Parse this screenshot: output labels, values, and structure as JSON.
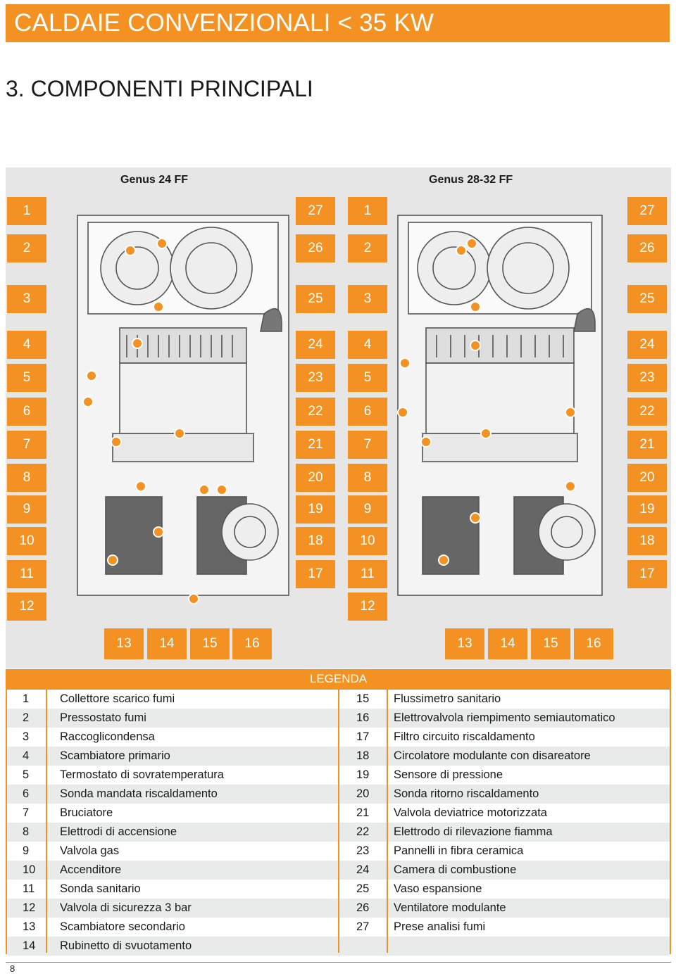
{
  "header": {
    "title": "CALDAIE CONVENZIONALI < 35 KW"
  },
  "section": {
    "title": "3. COMPONENTI PRINCIPALI"
  },
  "models": [
    {
      "title": "Genus  24 FF"
    },
    {
      "title": "Genus  28-32 FF"
    }
  ],
  "callouts": {
    "left_side": [
      "1",
      "2",
      "3",
      "4",
      "5",
      "6",
      "7",
      "8",
      "9",
      "10",
      "11",
      "12"
    ],
    "right_side": [
      "27",
      "26",
      "25",
      "24",
      "23",
      "22",
      "21",
      "20",
      "19",
      "18",
      "17"
    ],
    "bottom": [
      "13",
      "14",
      "15",
      "16"
    ]
  },
  "legend": {
    "title": "LEGENDA",
    "left": [
      {
        "num": "1",
        "label": "Collettore scarico fumi"
      },
      {
        "num": "2",
        "label": "Pressostato fumi"
      },
      {
        "num": "3",
        "label": "Raccoglicondensa"
      },
      {
        "num": "4",
        "label": "Scambiatore primario"
      },
      {
        "num": "5",
        "label": "Termostato di sovratemperatura"
      },
      {
        "num": "6",
        "label": "Sonda mandata riscaldamento"
      },
      {
        "num": "7",
        "label": "Bruciatore"
      },
      {
        "num": "8",
        "label": "Elettrodi di accensione"
      },
      {
        "num": "9",
        "label": "Valvola gas"
      },
      {
        "num": "10",
        "label": "Accenditore"
      },
      {
        "num": "11",
        "label": "Sonda sanitario"
      },
      {
        "num": "12",
        "label": "Valvola di sicurezza 3 bar"
      },
      {
        "num": "13",
        "label": "Scambiatore secondario"
      },
      {
        "num": "14",
        "label": "Rubinetto di svuotamento"
      }
    ],
    "right": [
      {
        "num": "15",
        "label": "Flussimetro sanitario"
      },
      {
        "num": "16",
        "label": "Elettrovalvola riempimento semiautomatico"
      },
      {
        "num": "17",
        "label": "Filtro circuito riscaldamento"
      },
      {
        "num": "18",
        "label": "Circolatore modulante con disareatore"
      },
      {
        "num": "19",
        "label": "Sensore di pressione"
      },
      {
        "num": "20",
        "label": "Sonda ritorno riscaldamento"
      },
      {
        "num": "21",
        "label": "Valvola deviatrice motorizzata"
      },
      {
        "num": "22",
        "label": "Elettrodo di rilevazione fiamma"
      },
      {
        "num": "23",
        "label": "Pannelli in fibra ceramica"
      },
      {
        "num": "24",
        "label": "Camera di combustione"
      },
      {
        "num": "25",
        "label": "Vaso espansione"
      },
      {
        "num": "26",
        "label": "Ventilatore modulante"
      },
      {
        "num": "27",
        "label": "Prese analisi fumi"
      }
    ]
  },
  "page": {
    "number": "8"
  },
  "colors": {
    "accent": "#f39223",
    "panel": "#e6e6e6",
    "row_alt": "#e9eaea"
  }
}
